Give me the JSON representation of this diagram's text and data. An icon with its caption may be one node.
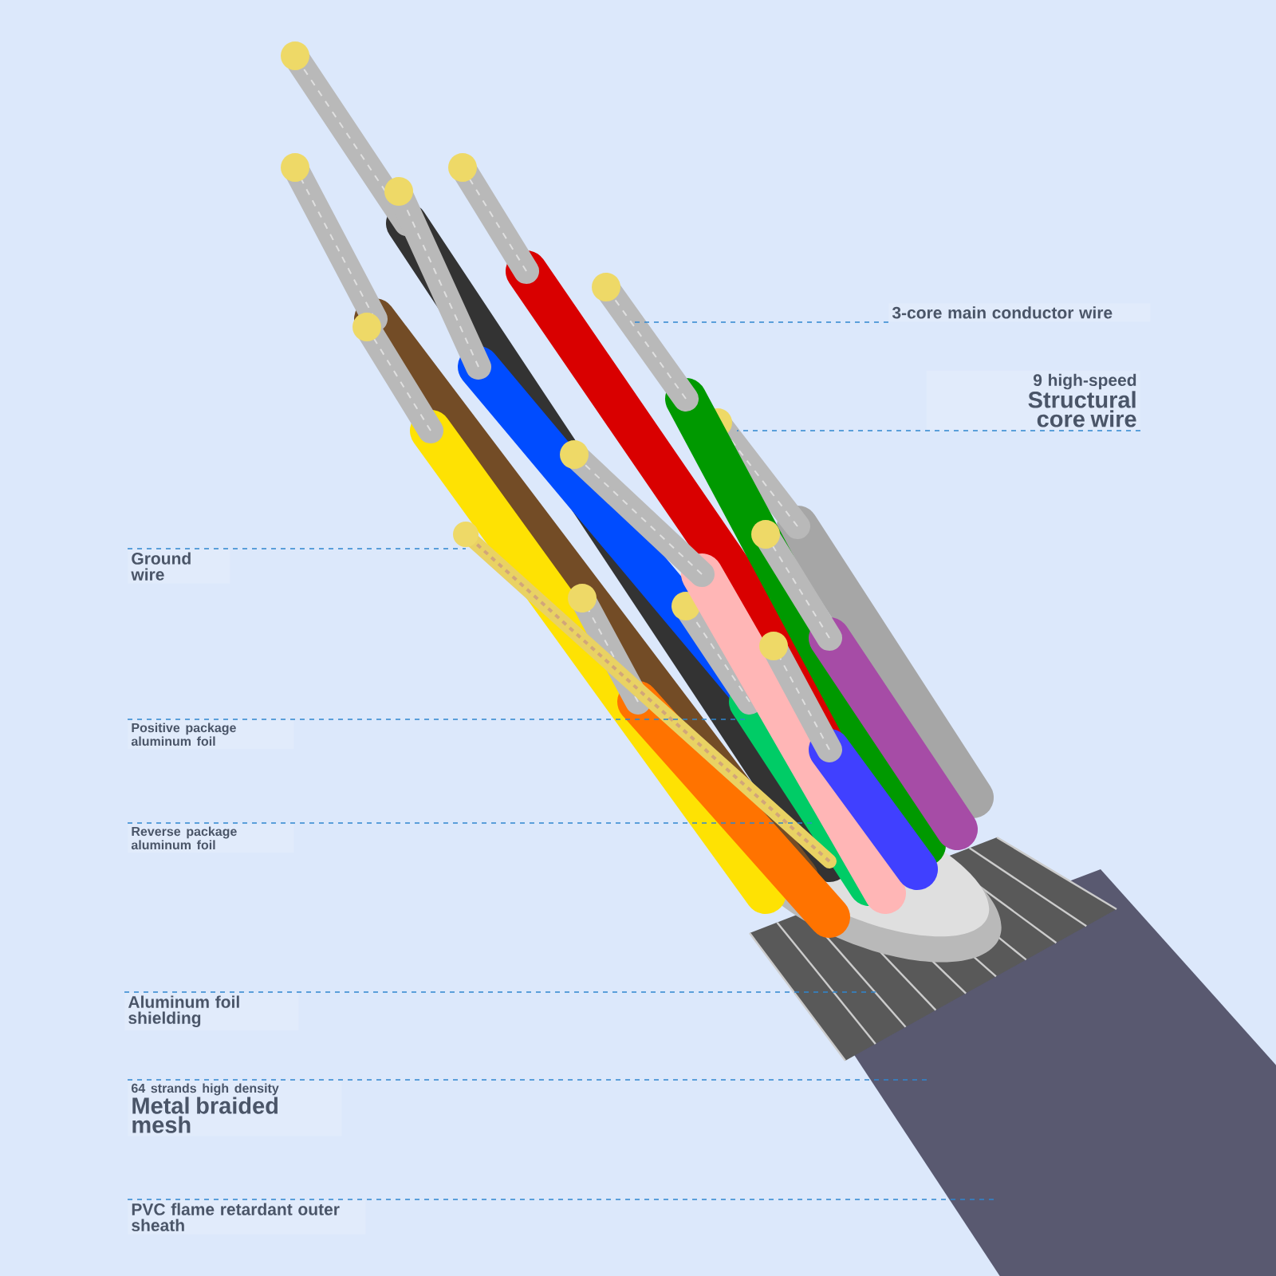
{
  "diagram": {
    "nodes": [
      {
        "text": [
          "3-core main conductor wire"
        ]
      },
      {
        "text": [
          "9 high-speed",
          "Structural core wire"
        ]
      },
      {
        "text": [
          "Ground wire"
        ]
      },
      {
        "text": [
          "Positive package aluminum foil"
        ]
      },
      {
        "text": [
          "Reverse package aluminum foil"
        ]
      },
      {
        "text": [
          "Aluminum foil shielding"
        ]
      },
      {
        "text": [
          "64 strands high density",
          "Metal braided mesh"
        ]
      },
      {
        "text": [
          "PVC flame retardant outer sheath"
        ]
      }
    ],
    "edges": [
      {
        "from": 0,
        "to": null,
        "arrow": "none",
        "style": "dashed"
      },
      {
        "from": 1,
        "to": null,
        "arrow": "none",
        "style": "dashed"
      },
      {
        "from": 2,
        "to": null,
        "arrow": "none",
        "style": "dashed"
      },
      {
        "from": 3,
        "to": null,
        "arrow": "none",
        "style": "dashed"
      },
      {
        "from": 4,
        "to": null,
        "arrow": "none",
        "style": "dashed"
      },
      {
        "from": 5,
        "to": null,
        "arrow": "none",
        "style": "dashed"
      },
      {
        "from": 6,
        "to": null,
        "arrow": "none",
        "style": "dashed"
      },
      {
        "from": 7,
        "to": null,
        "arrow": "none",
        "style": "dashed"
      }
    ]
  }
}
